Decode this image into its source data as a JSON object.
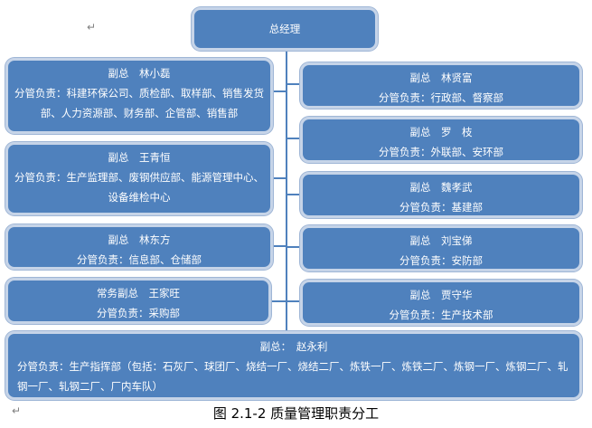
{
  "top": {
    "text": "总经理"
  },
  "left": [
    {
      "title": "副总　林小磊",
      "lines": [
        "分管负责：科建环保公司、质检部、取样部、销售发货",
        "部、人力资源部、财务部、企管部、销售部"
      ]
    },
    {
      "title": "副总　王青恒",
      "lines": [
        "分管负责：生产监理部、废钢供应部、能源管理中心、",
        "设备维检中心"
      ]
    },
    {
      "title": "副总　林东方",
      "lines": [
        "分管负责：信息部、仓储部"
      ]
    },
    {
      "title": "常务副总　王家旺",
      "lines": [
        "分管负责：采购部"
      ]
    }
  ],
  "right": [
    {
      "title": "副总　林贤富",
      "lines": [
        "分管负责：行政部、督察部"
      ]
    },
    {
      "title": "副总　罗　枝",
      "lines": [
        "分管负责：外联部、安环部"
      ]
    },
    {
      "title": "副总　魏孝武",
      "lines": [
        "分管负责：基建部"
      ]
    },
    {
      "title": "副总　刘宝俤",
      "lines": [
        "分管负责：安防部"
      ]
    },
    {
      "title": "副总　贾守华",
      "lines": [
        "分管负责：生产技术部"
      ]
    }
  ],
  "bottom": {
    "title": "副总：　赵永利",
    "text": "分管负责：生产指挥部（包括：石灰厂、球团厂、烧结一厂、烧结二厂、炼铁一厂、炼铁二厂、炼钢一厂、炼钢二厂、轧钢一厂、轧钢二厂、厂内车队）"
  },
  "caption": "图 2.1-2  质量管理职责分工",
  "colors": {
    "box_fill": "#4f81bd",
    "box_border": "#c6d4e8",
    "text": "#ffffff"
  }
}
